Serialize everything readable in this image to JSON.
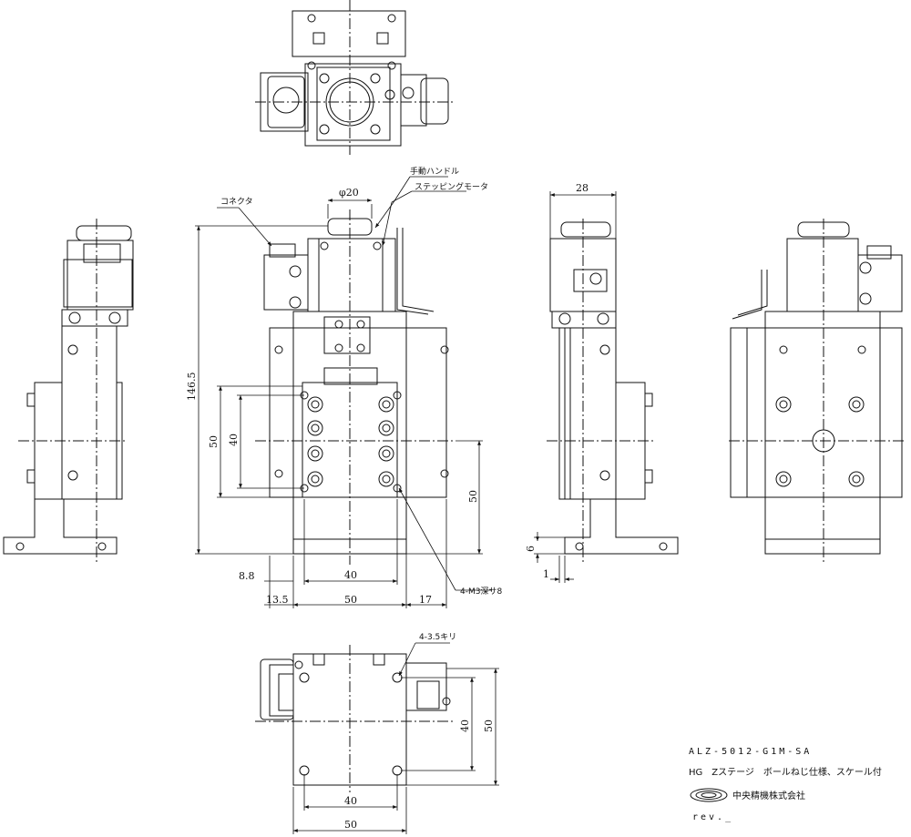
{
  "dimensions": {
    "phi20": "φ20",
    "d28": "28",
    "d146_5": "146.5",
    "d50_left": "50",
    "d40_left": "40",
    "d50_right": "50",
    "d8_8": "8.8",
    "d40_bottom": "40",
    "d13_5": "13.5",
    "d50_bottom": "50",
    "d17": "17",
    "d6": "6",
    "d1": "1",
    "bv_40_right": "40",
    "bv_50_right": "50",
    "bv_40_bottom": "40",
    "bv_50_bottom": "50"
  },
  "callouts": {
    "handle": "手動ハンドル",
    "motor": "ステッピングモータ",
    "connector": "コネクタ",
    "tapped_holes": "4-M3深サ8",
    "drill_holes": "4-3.5キリ"
  },
  "title_block": {
    "model": "ALZ-5012-G1M-SA",
    "description": "HG　Zステージ　ボールねじ仕様、スケール付",
    "company": "中央精機株式会社",
    "revision": "rev._"
  }
}
